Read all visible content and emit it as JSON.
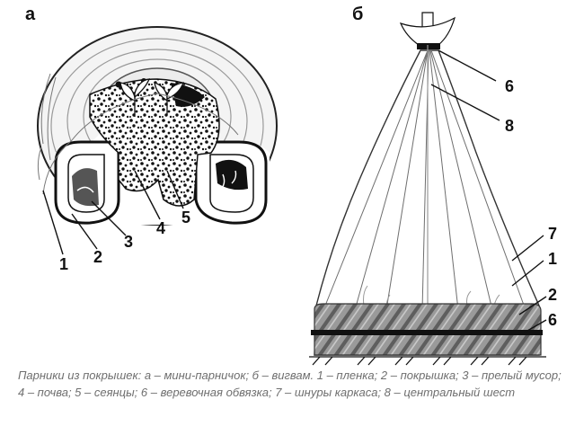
{
  "panels": {
    "a": {
      "letter": "а",
      "labels": [
        "1",
        "2",
        "3",
        "4",
        "5"
      ]
    },
    "b": {
      "letter": "б",
      "labels": [
        "6",
        "8",
        "7",
        "1",
        "2",
        "6"
      ]
    }
  },
  "caption": "Парники из покрышек: а – мини-парничок; б – вигвам. 1 – пленка; 2 – покрышка; 3 – прелый мусор; 4 – почва; 5 – сеянцы; 6 – веревочная обвязка; 7 – шнуры каркаса; 8 – центральный шест"
}
